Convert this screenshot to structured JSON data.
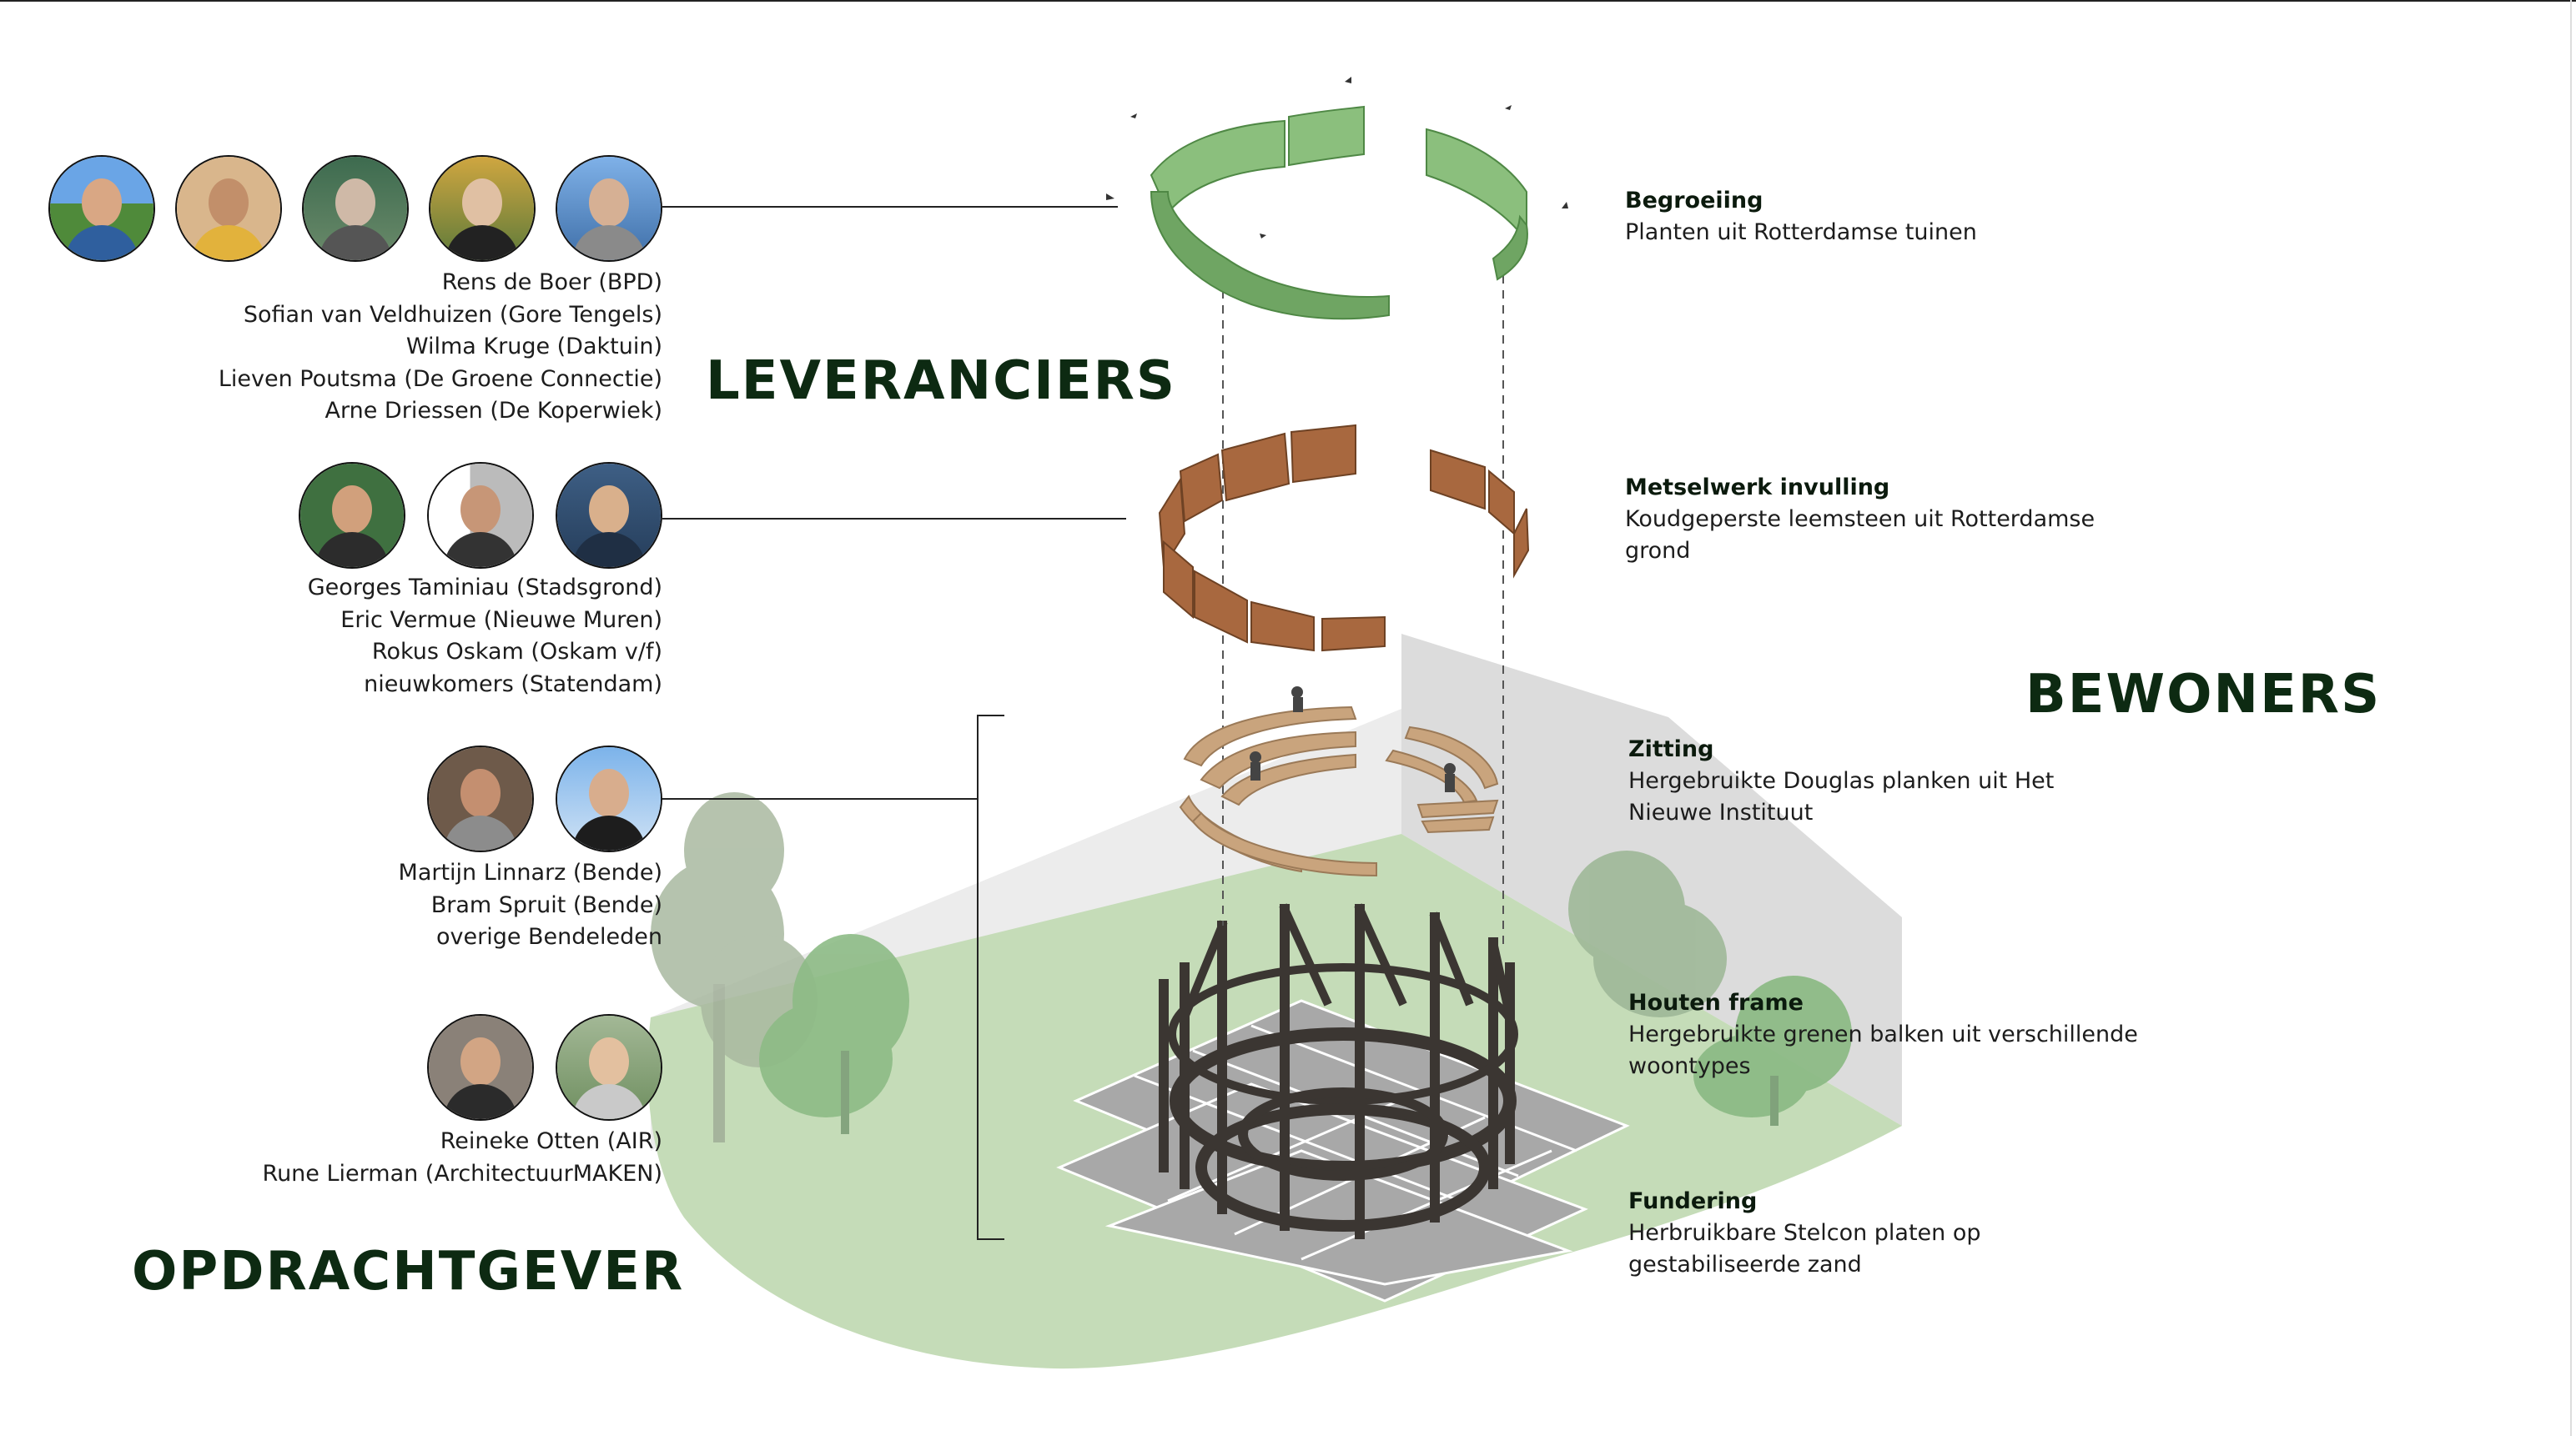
{
  "groups": {
    "leveranciers": "LEVERANCIERS",
    "bewoners": "BEWONERS",
    "opdrachtgever": "OPDRACHTGEVER"
  },
  "people_group_1": [
    "Rens de Boer (BPD)",
    "Sofian van Veldhuizen (Gore Tengels)",
    "Wilma Kruge (Daktuin)",
    "Lieven Poutsma (De Groene Connectie)",
    "Arne Driessen (De Koperwiek)"
  ],
  "people_group_2": [
    "Georges Taminiau (Stadsgrond)",
    "Eric Vermue (Nieuwe Muren)",
    "Rokus Oskam (Oskam v/f)",
    "nieuwkomers (Statendam)"
  ],
  "people_group_3": [
    "Martijn Linnarz (Bende)",
    "Bram Spruit (Bende)",
    "overige Bendeleden"
  ],
  "people_group_4": [
    "Reineke Otten (AIR)",
    "Rune Lierman (ArchitectuurMAKEN)"
  ],
  "layers": [
    {
      "title": "Begroeiing",
      "desc": "Planten uit Rotterdamse tuinen"
    },
    {
      "title": "Metselwerk invulling",
      "desc": "Koudgeperste leemsteen uit Rotterdamse grond"
    },
    {
      "title": "Zitting",
      "desc": "Hergebruikte Douglas planken uit Het Nieuwe Instituut"
    },
    {
      "title": "Houten frame",
      "desc": "Hergebruikte grenen balken uit verschillende woontypes"
    },
    {
      "title": "Fundering",
      "desc": "Herbruikbare Stelcon platen op gestabiliseerde zand"
    }
  ],
  "colors": {
    "heading": "#0d2a12",
    "grass": "#c5dcb8",
    "wall": "#e4e4e4",
    "brick": "#a8683f",
    "wood_frame": "#3b3632",
    "deck": "#c9a47d",
    "plants": "#6fa563"
  }
}
